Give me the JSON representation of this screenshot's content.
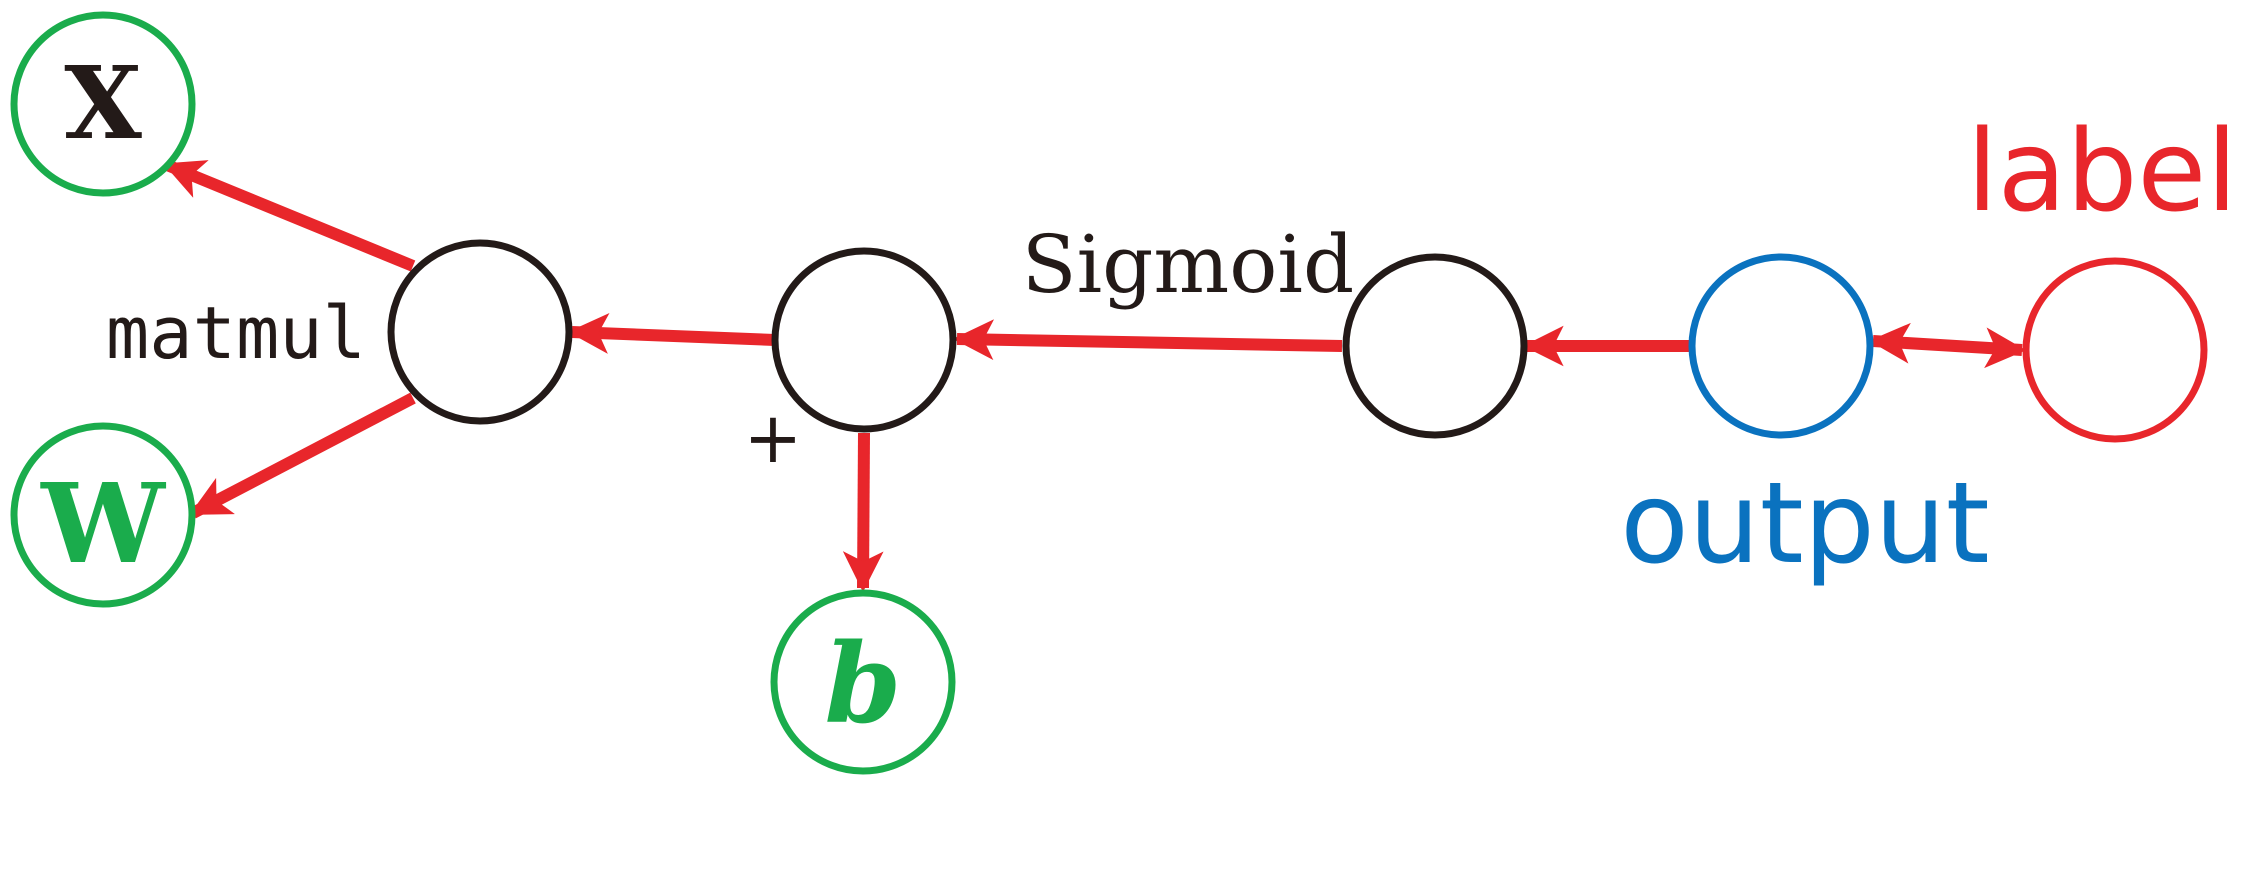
{
  "colors": {
    "edge": "#e8262b",
    "op_node": "#231a18",
    "variable_node": "#1aac4c",
    "output_node": "#0a72bf",
    "label_node": "#e8262b"
  },
  "nodes": {
    "x": {
      "symbol": "X"
    },
    "w": {
      "symbol": "W"
    },
    "b": {
      "symbol": "b"
    },
    "matmul": {
      "label": "matmul"
    },
    "add": {
      "label": "+"
    },
    "sigmoid": {
      "label": "Sigmoid"
    },
    "output": {
      "label": "output"
    },
    "label": {
      "label": "label"
    }
  }
}
